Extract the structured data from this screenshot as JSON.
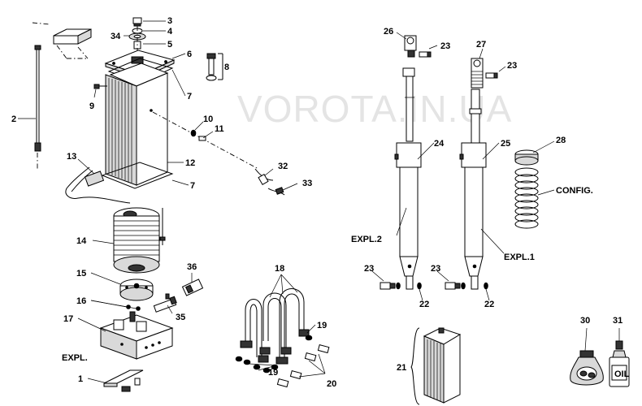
{
  "watermark": "VOROTA.IN.UA",
  "labels": {
    "p1": "1",
    "p2": "2",
    "p3": "3",
    "p4": "4",
    "p5": "5",
    "p6": "6",
    "p7a": "7",
    "p7b": "7",
    "p8": "8",
    "p9": "9",
    "p10": "10",
    "p11": "11",
    "p12": "12",
    "p13": "13",
    "p14": "14",
    "p15": "15",
    "p16": "16",
    "p17": "17",
    "p18": "18",
    "p19a": "19",
    "p19b": "19",
    "p20": "20",
    "p21": "21",
    "p22a": "22",
    "p22b": "22",
    "p23a": "23",
    "p23b": "23",
    "p23c": "23",
    "p23d": "23",
    "p24": "24",
    "p25": "25",
    "p26": "26",
    "p27": "27",
    "p28": "28",
    "p30": "30",
    "p31": "31",
    "p32": "32",
    "p33": "33",
    "p34": "34",
    "p35": "35",
    "p36": "36",
    "expl": "EXPL.",
    "expl1": "EXPL.1",
    "expl2": "EXPL.2",
    "config": "CONFIG."
  },
  "icons": {
    "grease_bag": "grease-bag-icon",
    "oil_bottle": "oil-bottle-icon",
    "oil_text": "OIL"
  }
}
